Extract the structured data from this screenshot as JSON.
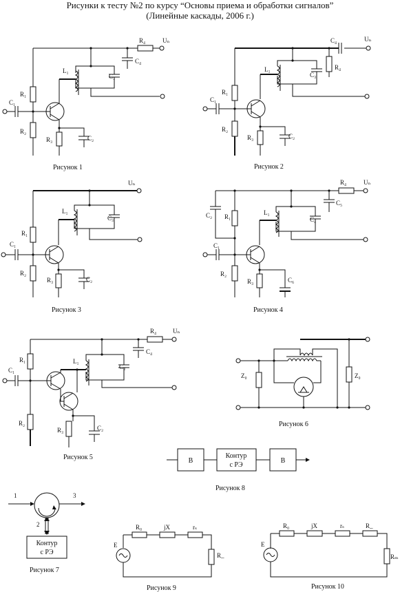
{
  "header": {
    "title": "Рисунки к тесту №2 по курсу “Основы приема и обработки сигналов”",
    "subtitle": "(Линейные каскады, 2006 г.)"
  },
  "figures": {
    "f1": {
      "caption": "Рисунок 1",
      "R1": "R₁",
      "R2": "R₂",
      "R3": "R₃",
      "R4": "R₄",
      "C1": "C₁",
      "C2": "C₂",
      "C3": "C₃",
      "C4": "C₄",
      "L1": "L₁",
      "Un": "Uₙ"
    },
    "f2": {
      "caption": "Рисунок 2",
      "R1": "R₁",
      "R2": "R₂",
      "R3": "R₃",
      "R4": "R₄",
      "C1": "C₁",
      "C2": "C₂",
      "C3": "C₃",
      "C4": "C₄",
      "L1": "L₁",
      "Un": "Uₙ"
    },
    "f3": {
      "caption": "Рисунок 3",
      "R1": "R₁",
      "R2": "R₂",
      "R3": "R₃",
      "C1": "C₁",
      "C2": "C₂",
      "C3": "C₃",
      "L1": "L₁",
      "Un": "Uₙ"
    },
    "f4": {
      "caption": "Рисунок 4",
      "R1": "R₁",
      "R2": "R₂",
      "R3": "R₃",
      "R4": "R₄",
      "C1": "C₁",
      "C2": "C₂",
      "C4": "C₄",
      "C5": "C₅",
      "C6": "C₆",
      "L1": "L₁",
      "Un": "Uₙ"
    },
    "f5": {
      "caption": "Рисунок 5",
      "R1": "R₁",
      "R2": "R₂",
      "R3": "R₃",
      "R4": "R₄",
      "C1": "C₁",
      "C2": "C₂",
      "C3": "C₃",
      "C4": "C₄",
      "L1": "L₁",
      "Un": "Uₙ"
    },
    "f6": {
      "caption": "Рисунок 6",
      "Z0a": "Z₀",
      "Z0b": "Z₀"
    },
    "f7": {
      "caption": "Рисунок 7",
      "p1": "1",
      "p2": "2",
      "p3": "3",
      "box1": "Контур",
      "box2": "с РЭ"
    },
    "f8": {
      "caption": "Рисунок 8",
      "b1": "В",
      "b2a": "Контур",
      "b2b": "с РЭ",
      "b3": "В"
    },
    "f9": {
      "caption": "Рисунок 9",
      "E": "E",
      "R0": "R₀",
      "jX": "jX",
      "rs": "rₛ",
      "R": "R_"
    },
    "f10": {
      "caption": "Рисунок 10",
      "E": "E",
      "R0": "R₀",
      "jX": "jX",
      "rs": "rₛ",
      "R": "R_",
      "Rm": "Rₘ"
    }
  }
}
